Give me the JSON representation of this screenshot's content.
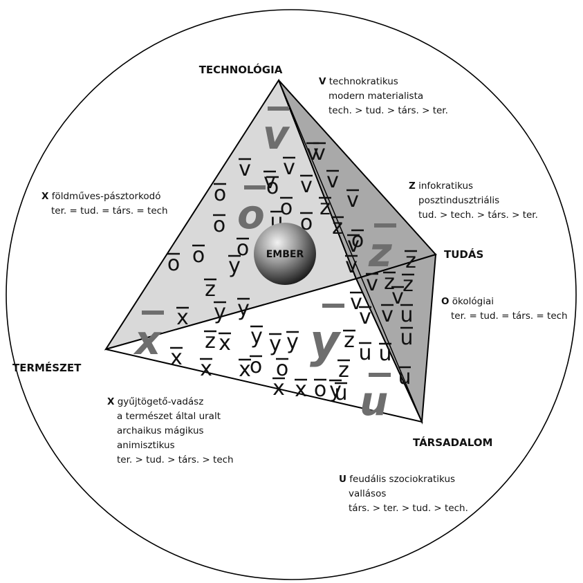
{
  "vertices": {
    "technologia": "TECHNOLÓGIA",
    "tudas": "TUDÁS",
    "termeszet": "TERMÉSZET",
    "tarsadalom": "TÁRSADALOM"
  },
  "center": "EMBER",
  "descriptions": {
    "v": {
      "code": "V",
      "lines": [
        "technokratikus",
        "modern materialista",
        "tech. > tud. > társ. > ter."
      ]
    },
    "x_farming": {
      "code": "X",
      "lines": [
        "földműves-pásztorkodó",
        "ter. = tud. = társ. = tech"
      ]
    },
    "z": {
      "code": "Z",
      "lines": [
        "infokratikus",
        "posztindusztriális",
        "tud. > tech. > társ. > ter."
      ]
    },
    "o": {
      "code": "O",
      "lines": [
        "ökológiai",
        "ter. = tud. = társ. = tech"
      ]
    },
    "x_gatherer": {
      "code": "X",
      "lines": [
        "gyűjtögető-vadász",
        "a természet által uralt",
        "archaikus mágikus",
        "animisztikus",
        "ter. > tud. > társ. > tech"
      ]
    },
    "u": {
      "code": "U",
      "lines": [
        "feudális szociokratikus",
        "vallásos",
        "társ. > ter. > tud. > tech."
      ]
    }
  },
  "big_letters": {
    "v": "v",
    "o": "o",
    "z": "z",
    "x": "x",
    "y": "y",
    "u": "u"
  },
  "small_letters": {
    "v_group": [
      "v",
      "v",
      "v",
      "v",
      "v",
      "v",
      "v",
      "v",
      "v",
      "v",
      "v",
      "v",
      "v",
      "v",
      "v"
    ],
    "o_group": [
      "o",
      "o",
      "o",
      "o",
      "o",
      "o",
      "o",
      "o",
      "o",
      "o",
      "o",
      "o"
    ],
    "z_group": [
      "z",
      "z",
      "z",
      "z",
      "z",
      "z",
      "z",
      "z",
      "z"
    ],
    "x_group": [
      "x",
      "x",
      "x",
      "x",
      "x",
      "x",
      "x"
    ],
    "y_group": [
      "y",
      "y",
      "y",
      "y",
      "y",
      "y",
      "y"
    ],
    "u_group": [
      "u",
      "u",
      "u",
      "u",
      "u",
      "u",
      "u"
    ]
  },
  "colors": {
    "left_face": "#d9d9d9",
    "right_face": "#a9a9a9",
    "bottom_face": "#ffffff",
    "big_letter": "#6e6e6e",
    "line": "#000000"
  }
}
